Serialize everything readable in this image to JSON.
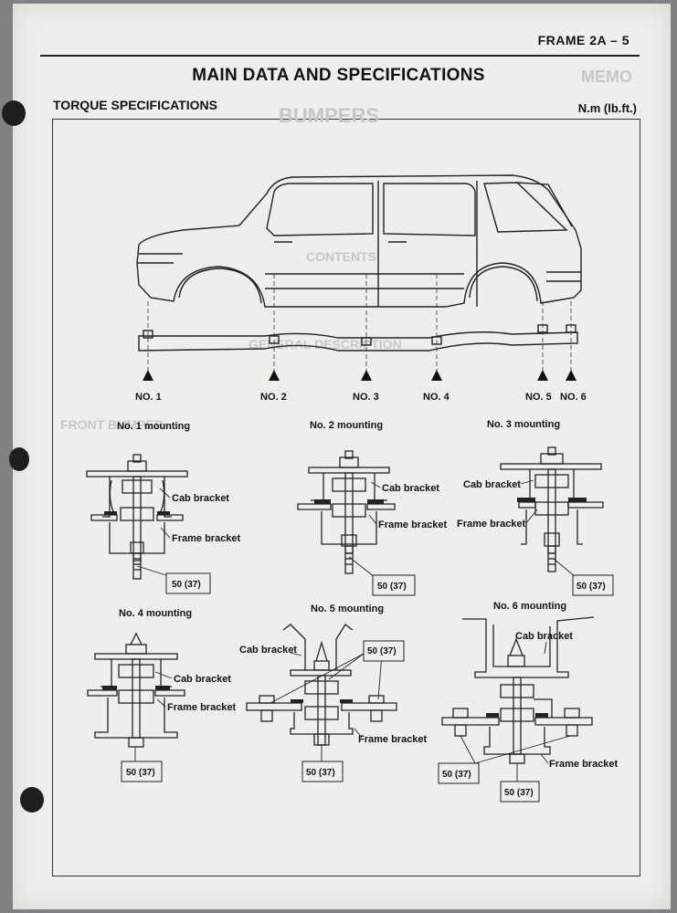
{
  "page_header": "FRAME  2A – 5",
  "main_title": "MAIN DATA AND SPECIFICATIONS",
  "section_title": "TORQUE SPECIFICATIONS",
  "units": "N.m (lb.ft.)",
  "mount_points": [
    "NO. 1",
    "NO. 2",
    "NO. 3",
    "NO. 4",
    "NO. 5",
    "NO. 6"
  ],
  "mountings": [
    {
      "title": "No. 1 mounting",
      "labels": [
        "Cab bracket",
        "Frame bracket"
      ],
      "torque": "50 (37)"
    },
    {
      "title": "No. 2 mounting",
      "labels": [
        "Cab bracket",
        "Frame bracket"
      ],
      "torque": "50 (37)"
    },
    {
      "title": "No. 3 mounting",
      "labels": [
        "Cab bracket",
        "Frame bracket"
      ],
      "torque": "50 (37)"
    },
    {
      "title": "No. 4 mounting",
      "labels": [
        "Cab bracket",
        "Frame bracket"
      ],
      "torque": "50 (37)"
    },
    {
      "title": "No. 5 mounting",
      "labels": [
        "Cab bracket",
        "Frame bracket"
      ],
      "torque": "50 (37)"
    },
    {
      "title": "No. 6 mounting",
      "labels": [
        "Cab bracket",
        "Frame bracket"
      ],
      "torque_a": "50 (37)",
      "torque_b": "50 (37)"
    }
  ],
  "bleed_through": [
    "MEMO",
    "BUMPERS",
    "CONTENTS",
    "GENERAL DESCRIPTION",
    "FRONT BUMPER"
  ]
}
